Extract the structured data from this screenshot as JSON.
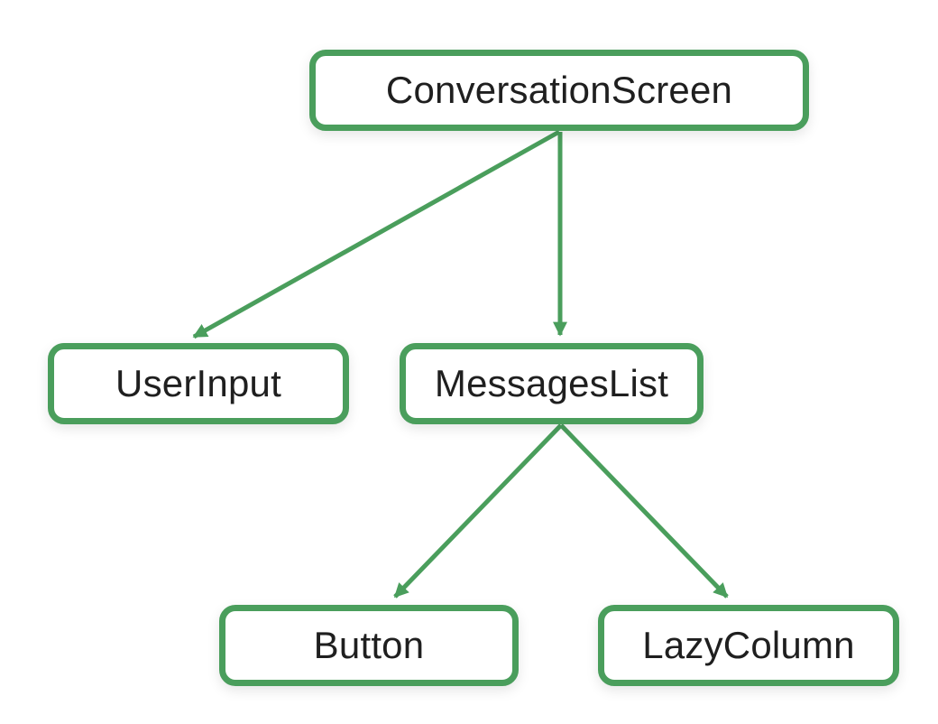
{
  "diagram": {
    "type": "tree",
    "nodes": [
      {
        "id": "conversation-screen",
        "label": "ConversationScreen"
      },
      {
        "id": "user-input",
        "label": "UserInput"
      },
      {
        "id": "messages-list",
        "label": "MessagesList"
      },
      {
        "id": "button",
        "label": "Button"
      },
      {
        "id": "lazy-column",
        "label": "LazyColumn"
      }
    ],
    "edges": [
      {
        "from": "ConversationScreen",
        "to": "UserInput"
      },
      {
        "from": "ConversationScreen",
        "to": "MessagesList"
      },
      {
        "from": "MessagesList",
        "to": "Button"
      },
      {
        "from": "MessagesList",
        "to": "LazyColumn"
      }
    ],
    "colors": {
      "node_border": "#4a9e5c",
      "arrow": "#4a9e5c",
      "node_fill": "#ffffff",
      "text": "#1f1f1f",
      "background": "#ffffff"
    }
  }
}
